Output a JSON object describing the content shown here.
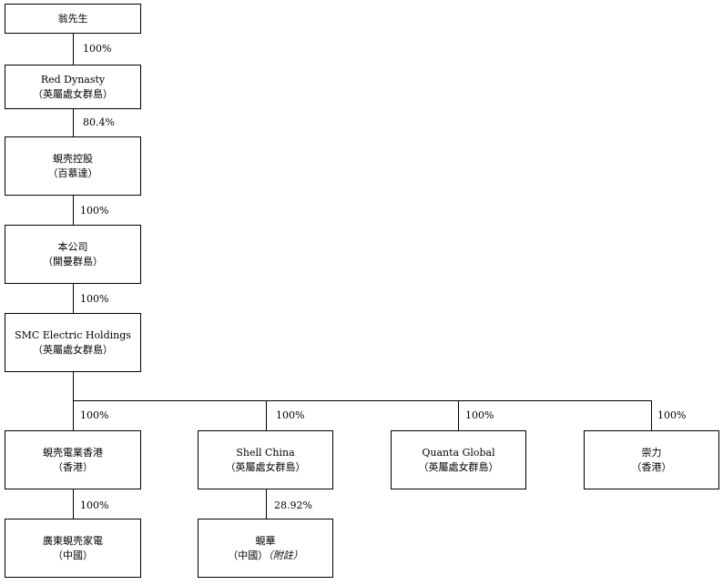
{
  "entities": {
    "weng": {
      "name": "翁先生"
    },
    "red_dynasty": {
      "name": "Red Dynasty",
      "place": "（英屬處女群島）"
    },
    "shell_holdings": {
      "name": "蜆壳控股",
      "place": "（百慕達）"
    },
    "company": {
      "name": "本公司",
      "place": "（開曼群島）"
    },
    "smc": {
      "name": "SMC Electric Holdings",
      "place": "（英屬處女群島）"
    },
    "shell_hk": {
      "name": "蜆壳電業香港",
      "place": "（香港）"
    },
    "shell_china": {
      "name": "Shell China",
      "place": "（英屬處女群島）"
    },
    "quanta": {
      "name": "Quanta Global",
      "place": "（英屬處女群島）"
    },
    "chongli": {
      "name": "崇力",
      "place": "（香港）"
    },
    "guangdong": {
      "name": "廣東蜆壳家電",
      "place": "（中國）"
    },
    "xianhua": {
      "name": "蜆華",
      "place_pre": "（中國）",
      "place_note": "（附註）"
    }
  },
  "ownership": {
    "weng_red_dynasty": "100%",
    "red_dynasty_shell_holdings": "80.4%",
    "shell_holdings_company": "100%",
    "company_smc": "100%",
    "smc_shell_hk": "100%",
    "smc_shell_china": "100%",
    "smc_quanta": "100%",
    "smc_chongli": "100%",
    "shell_hk_guangdong": "100%",
    "shell_china_xianhua": "28.92%"
  }
}
